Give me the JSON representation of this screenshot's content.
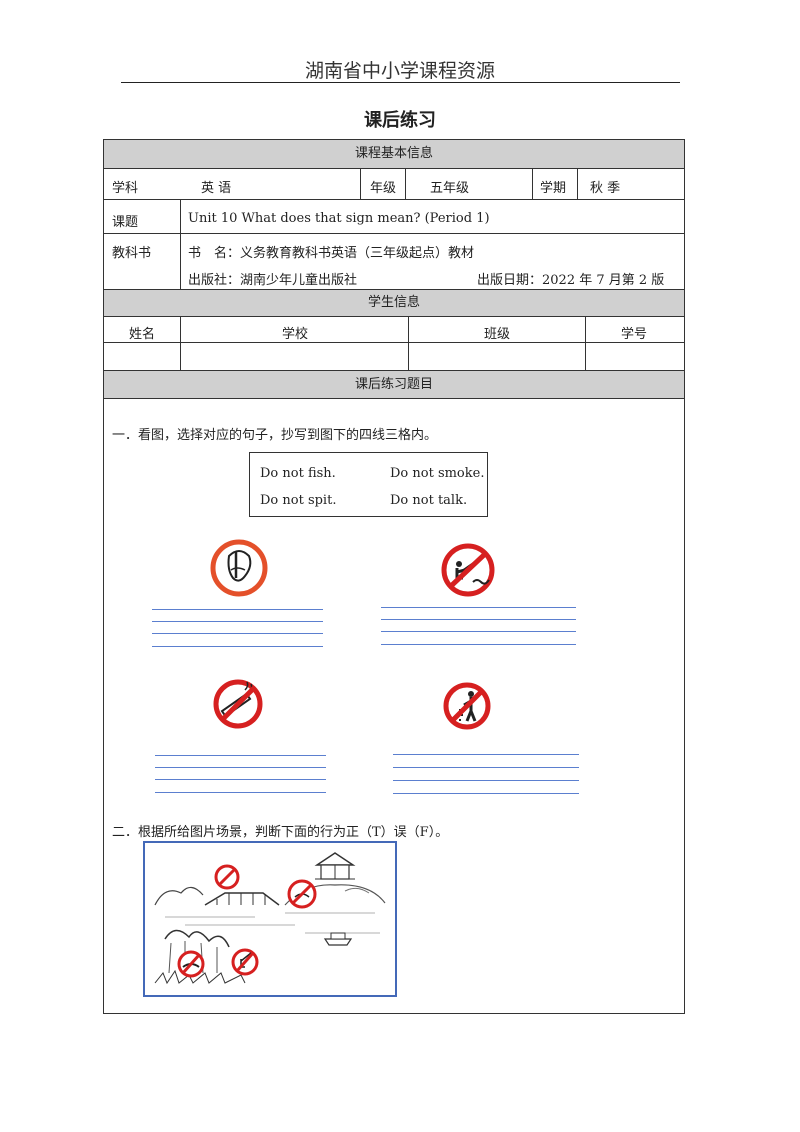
{
  "header": {
    "site": "湖南省中小学课程资源"
  },
  "doc_title": "课后练习",
  "course_info": {
    "band": "课程基本信息",
    "subject_label": "学科",
    "subject": "英 语",
    "grade_label": "年级",
    "grade": "五年级",
    "term_label": "学期",
    "term": "秋 季",
    "topic_label": "课题",
    "topic": "Unit 10 What does that sign mean? (Period 1)",
    "textbook_label": "教科书",
    "book_line": "书　名：义务教育教科书英语（三年级起点）教材",
    "publisher_line": "出版社：湖南少年儿童出版社",
    "date_line": "出版日期：2022 年 7 月第 2 版"
  },
  "student_info": {
    "band": "学生信息",
    "columns": [
      "姓名",
      "学校",
      "班级",
      "学号"
    ]
  },
  "exercises": {
    "band": "课后练习题目",
    "q1": "一．看图，选择对应的句子，抄写到图下的四线三格内。",
    "options": [
      "Do not fish.",
      "Do not smoke.",
      "Do not spit.",
      "Do not talk."
    ],
    "q2": "二．根据所给图片场景，判断下面的行为正（T）误（F）。",
    "signs": [
      "no-talking-icon",
      "no-fishing-icon",
      "no-smoking-icon",
      "no-spitting-icon"
    ]
  },
  "colors": {
    "band_gray": "#d0d0d0",
    "ruled_blue": "#5b7fcf",
    "sign_red": "#d62020",
    "scene_border": "#4469b8"
  }
}
